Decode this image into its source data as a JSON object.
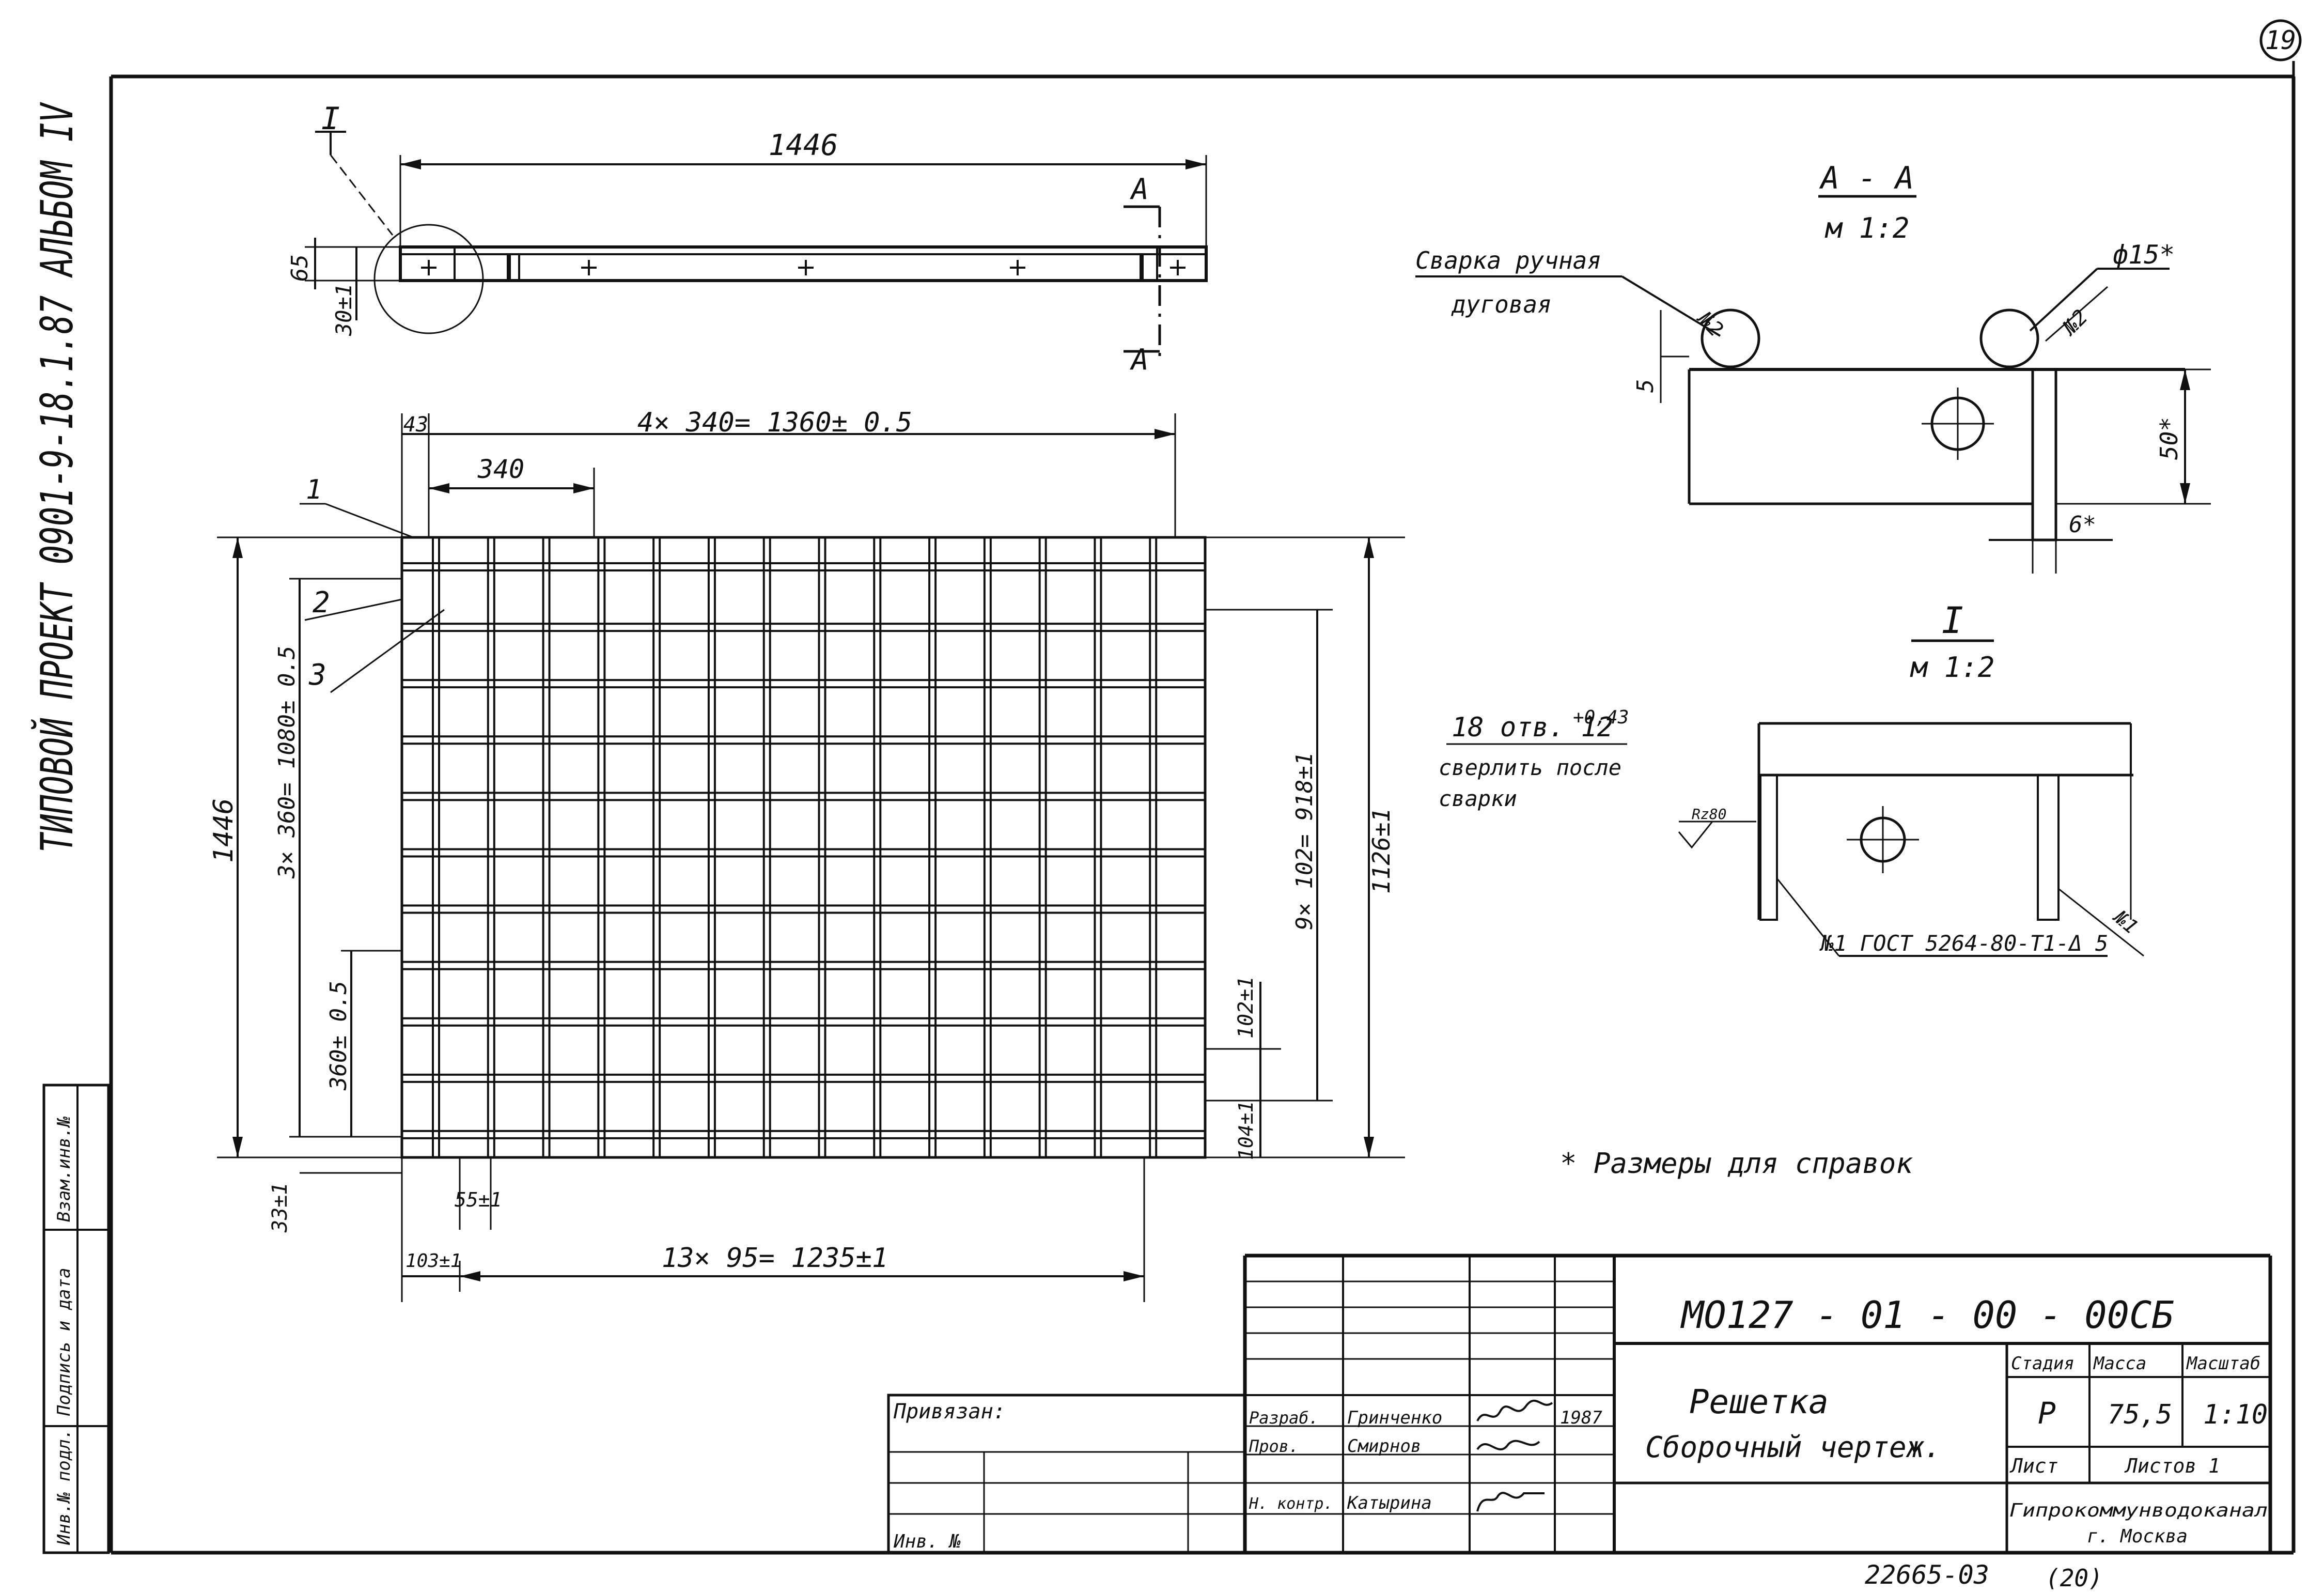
{
  "sheet_number": "19",
  "side_stamp": "ТИПОВОЙ ПРОЕКТ 0901-9-18.1.87 АЛЬБОМ IV",
  "side_fields": {
    "inv_orig": "Инв.№ подл.",
    "signature_date": "Подпись и дата",
    "vzam_inv": "Взам.инв.№"
  },
  "top_view": {
    "callout": "I",
    "length": "1446",
    "height": "65",
    "offset": "30±1",
    "section_mark": "А"
  },
  "plan_view": {
    "dim_top_short": "43",
    "dim_top_long": "4× 340= 1360± 0.5",
    "dim_340": "340",
    "dim_left_total": "1446",
    "dim_left_main": "3× 360= 1080± 0.5",
    "dim_left_sub": "360± 0.5",
    "dim_left_bottom": "33±1",
    "dim_right_main": "9× 102= 918±1",
    "dim_right_total": "1126±1",
    "dim_right_small": "102±1",
    "dim_right_bottom": "104±1",
    "dim_bottom_55": "55±1",
    "dim_bottom_103": "103±1",
    "dim_bottom_long": "13× 95= 1235±1",
    "positions": [
      "1",
      "2",
      "3"
    ]
  },
  "section_aa": {
    "title": "А - А",
    "scale": "м 1:2",
    "weld_note_1": "Сварка ручная",
    "weld_note_2": "дуговая",
    "diameter": "ф15*",
    "weld_no_left": "№2",
    "weld_no_right": "№2",
    "dim_5": "5",
    "dim_50": "50*",
    "dim_6": "6*"
  },
  "detail_i": {
    "title": "I",
    "scale": "м 1:2",
    "holes_note": "18 отв. 12",
    "tolerance": "+0,43",
    "note_line_1": "сверлить после",
    "note_line_2": "сварки",
    "roughness": "Rz80",
    "weld_ref": "№1 ГОСТ 5264-80-Т1-Δ 5",
    "weld_no": "№1"
  },
  "reference_note": "* Размеры для справок",
  "title_block": {
    "designation": "МО127 - 01 - 00 - 00СБ",
    "name_line_1": "Решетка",
    "name_line_2": "Сборочный чертеж.",
    "stage_label": "Стадия",
    "mass_label": "Масса",
    "scale_label": "Масштаб",
    "stage": "Р",
    "mass": "75,5",
    "scale": "1:10",
    "sheet_label": "Лист",
    "sheets_label": "Листов 1",
    "organization_line_1": "Гипрокоммунводоканал",
    "organization_line_2": "г. Москва",
    "roles": [
      "Разраб.",
      "Пров.",
      "Н. контр."
    ],
    "names": [
      "Гринченко",
      "Смирнов",
      "Катырина"
    ],
    "year": "1987",
    "binding_label": "Привязан:",
    "inv_label": "Инв. №"
  },
  "footer_number": "22665-03",
  "footer_page": "(20)"
}
